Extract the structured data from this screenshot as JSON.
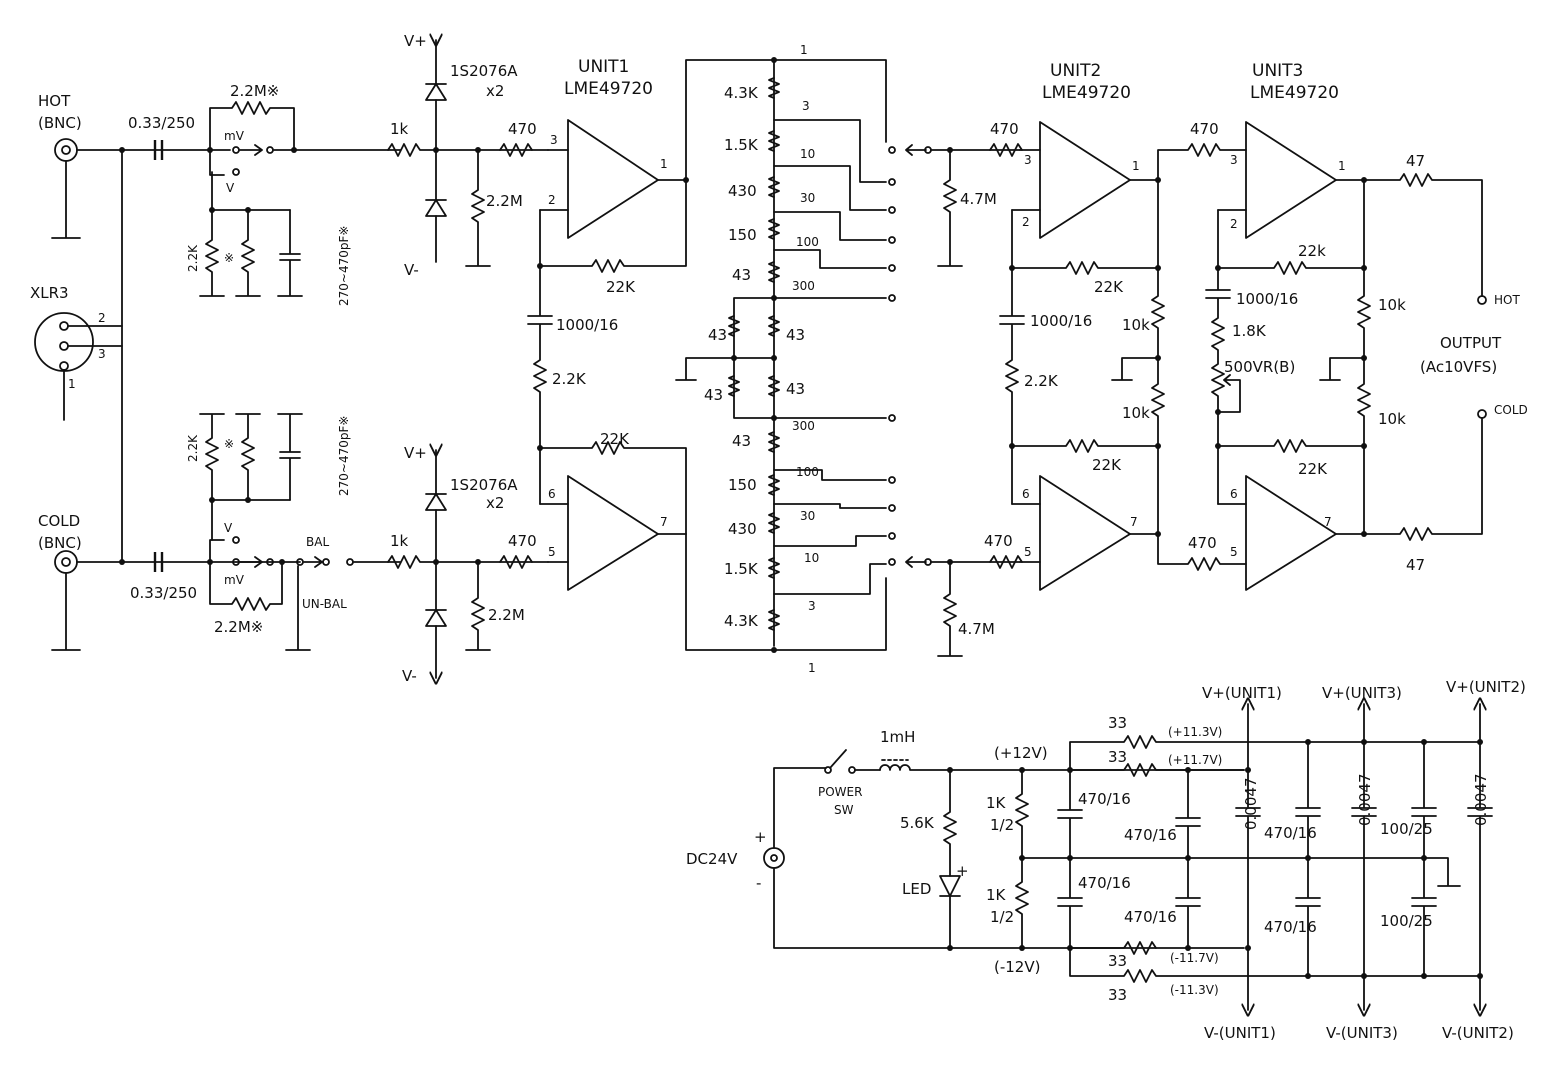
{
  "inputs": {
    "hot": "HOT",
    "hot_bnc": "(BNC)",
    "cold": "COLD",
    "cold_bnc": "(BNC)",
    "xlr": "XLR3",
    "xlr_pin2": "2",
    "xlr_pin3": "3",
    "xlr_pin1": "1"
  },
  "input_network": {
    "cap_hot": "0.33/250",
    "cap_cold": "0.33/250",
    "r_hot": "2.2M※",
    "r_cold": "2.2M※",
    "sw_mv_hot": "mV",
    "sw_v_hot": "V",
    "sw_mv_cold": "mV",
    "sw_v_cold": "V",
    "div_r_hot": "2.2K",
    "div_r_cold": "2.2K",
    "div_mark_hot": "※",
    "div_mark_cold": "※",
    "div_c_hot": "270~470pF※",
    "div_c_cold": "270~470pF※",
    "bal": "BAL",
    "unbal": "UN-BAL"
  },
  "protection": {
    "vplus_top": "V+",
    "vminus_top": "V-",
    "vplus_bot": "V+",
    "vminus_bot": "V-",
    "diode_top": "1S2076A",
    "diode_top_qty": "x2",
    "diode_bot": "1S2076A",
    "diode_bot_qty": "x2",
    "r_series_top": "1k",
    "r_series_bot": "1k",
    "r_shunt_top": "2.2M",
    "r_shunt_bot": "2.2M",
    "r_in_top": "470",
    "r_in_bot": "470"
  },
  "unit1": {
    "title": "UNIT1",
    "part": "LME49720",
    "pin3": "3",
    "pin2": "2",
    "pin1": "1",
    "pin6": "6",
    "pin5": "5",
    "pin7": "7",
    "fb_top": "22K",
    "fb_bot": "22K",
    "cap": "1000/16",
    "r_gain": "2.2K"
  },
  "attenuator": {
    "top_tap": "1",
    "bottom_tap": "1",
    "taps_top": [
      "3",
      "10",
      "30",
      "100",
      "300"
    ],
    "taps_bot": [
      "300",
      "100",
      "30",
      "10",
      "3"
    ],
    "r_top": [
      "4.3K",
      "1.5K",
      "430",
      "150",
      "43"
    ],
    "r_mid": [
      "43",
      "43",
      "43",
      "43"
    ],
    "r_bot": [
      "43",
      "150",
      "430",
      "1.5K",
      "4.3K"
    ]
  },
  "unit2": {
    "title": "UNIT2",
    "part": "LME49720",
    "r_in_top": "470",
    "r_in_bot": "470",
    "r_shunt_top": "4.7M",
    "r_shunt_bot": "4.7M",
    "pin3": "3",
    "pin2": "2",
    "pin1": "1",
    "pin6": "6",
    "pin5": "5",
    "pin7": "7",
    "fb_top": "22K",
    "fb_bot": "22K",
    "cap": "1000/16",
    "r_gain": "2.2K",
    "r_div_top": "10k",
    "r_div_bot": "10k"
  },
  "unit3": {
    "title": "UNIT3",
    "part": "LME49720",
    "r_in_top": "470",
    "r_in_bot": "470",
    "pin3": "3",
    "pin2": "2",
    "pin1": "1",
    "pin6": "6",
    "pin5": "5",
    "pin7": "7",
    "fb_top": "22k",
    "fb_bot": "22K",
    "cap": "1000/16",
    "r_gain": "1.8K",
    "vr": "500VR(B)",
    "r_div_top": "10k",
    "r_div_bot": "10k",
    "r_out_top": "47",
    "r_out_bot": "47"
  },
  "output": {
    "hot": "HOT",
    "cold": "COLD",
    "label": "OUTPUT",
    "level": "(Ac10VFS)"
  },
  "power": {
    "dc": "DC24V",
    "plus": "+",
    "minus": "-",
    "sw": "POWER",
    "sw2": "SW",
    "inductor": "1mH",
    "r_led": "5.6K",
    "led": "LED",
    "led_plus": "+",
    "v_pos": "(+12V)",
    "v_neg": "(-12V)",
    "r_split_top": "1K",
    "r_split_top_w": "1/2",
    "r_split_bot": "1K",
    "r_split_bot_w": "1/2",
    "c_main_top": "470/16",
    "c_main_bot": "470/16",
    "r_filt_a_top": "33",
    "r_filt_b_top": "33",
    "r_filt_a_bot": "33",
    "r_filt_b_bot": "33",
    "v_113p": "(+11.3V)",
    "v_117p": "(+11.7V)",
    "v_117n": "(-11.7V)",
    "v_113n": "(-11.3V)",
    "c_u1_top": "470/16",
    "c_u1_bot": "470/16",
    "c_u1_film": "0.0047",
    "c_u3_top": "470/16",
    "c_u3_bot": "470/16",
    "c_u3_film": "0.0047",
    "c_u2_top": "100/25",
    "c_u2_bot": "100/25",
    "c_u2_film": "0.0047",
    "vp_u1": "V+(UNIT1)",
    "vp_u3": "V+(UNIT3)",
    "vp_u2": "V+(UNIT2)",
    "vn_u1": "V-(UNIT1)",
    "vn_u3": "V-(UNIT3)",
    "vn_u2": "V-(UNIT2)"
  }
}
